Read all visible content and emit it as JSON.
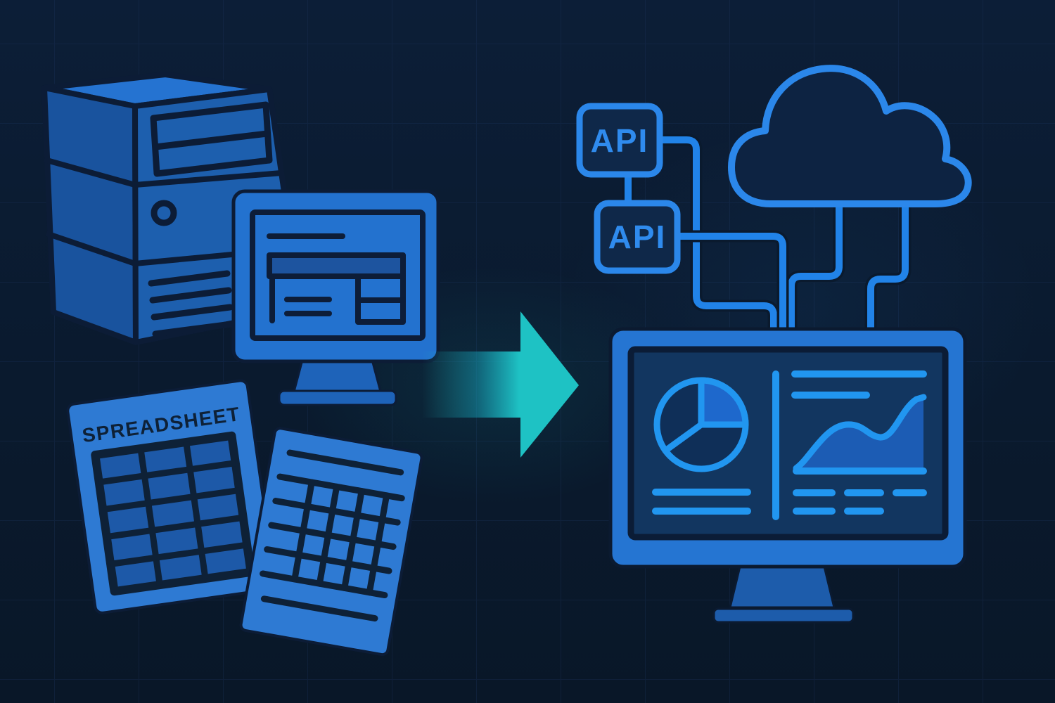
{
  "labels": {
    "spreadsheet_title": "SPREADSHEET",
    "api_box_top": "API",
    "api_box_bottom": "API"
  },
  "icons": [
    "server-icon",
    "legacy-monitor-icon",
    "spreadsheet-icon",
    "document-grid-icon",
    "arrow-right-icon",
    "api-node-icon",
    "cloud-icon",
    "dashboard-monitor-icon",
    "pie-chart-icon",
    "area-chart-icon"
  ],
  "colors": {
    "background": "#0a1a2e",
    "grid_line": "#1b335c",
    "dark_outline": "#0c1c36",
    "server_front": "#1d5fae",
    "server_side": "#19539e",
    "server_top": "#2573d1",
    "monitor_body": "#2372cf",
    "window_header": "#1d549f",
    "paper": "#2e7ad3",
    "table_cells": "#1d59a8",
    "arrow_teal": "#1ec2c4",
    "api_stroke": "#2b87ea",
    "api_fill": "#0f2849",
    "connector_blue": "#2183e8",
    "cloud_fill": "#0d2342",
    "dashboard_frame": "#2575d2",
    "dashboard_screen": "#123660",
    "chart_bright": "#2196f0",
    "chart_area_fill": "#1c5cb4",
    "pie_wedge": "#1e68cc",
    "pie_dark": "#0f2f58",
    "stand_blue": "#1d5cab"
  }
}
